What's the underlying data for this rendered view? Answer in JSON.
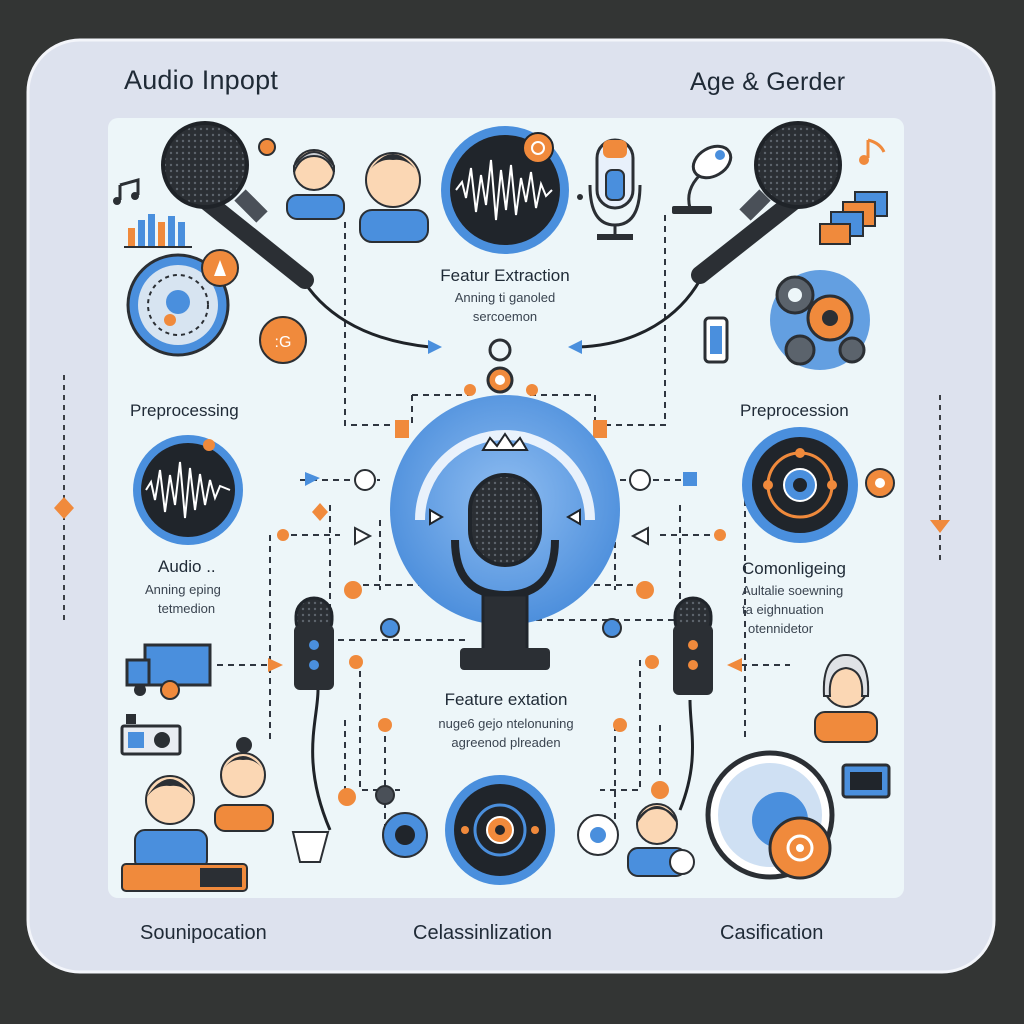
{
  "title_left": "Audio Inpopt",
  "title_right": "Age & Gerder",
  "feature_top": {
    "title": "Featur Extraction",
    "line1": "Anning ti ganoled",
    "line2": "sercoemon"
  },
  "preproc_left": "Preprocessing",
  "preproc_right": "Preprocession",
  "audio_block": {
    "title": "Audio ..",
    "line1": "Anning eping",
    "line2": "tetmedion"
  },
  "right_block": {
    "title": "Comonligeing",
    "line1": "Aultalie soewning",
    "line2": "ta eighnuation",
    "line3": "otennidetor"
  },
  "feature_bottom": {
    "title": "Feature extation",
    "line1": "nuge6 gejo ntelonuning",
    "line2": "agreenod plreaden"
  },
  "bottom_labels": [
    "Sounipocation",
    "Celassinlization",
    "Casification"
  ],
  "colors": {
    "background": "#333534",
    "panel": "#dde2ee",
    "canvas": "#edf6f9",
    "accent_blue": "#4a8fdd",
    "accent_orange": "#f08a3c",
    "ink": "#1f2a36"
  }
}
